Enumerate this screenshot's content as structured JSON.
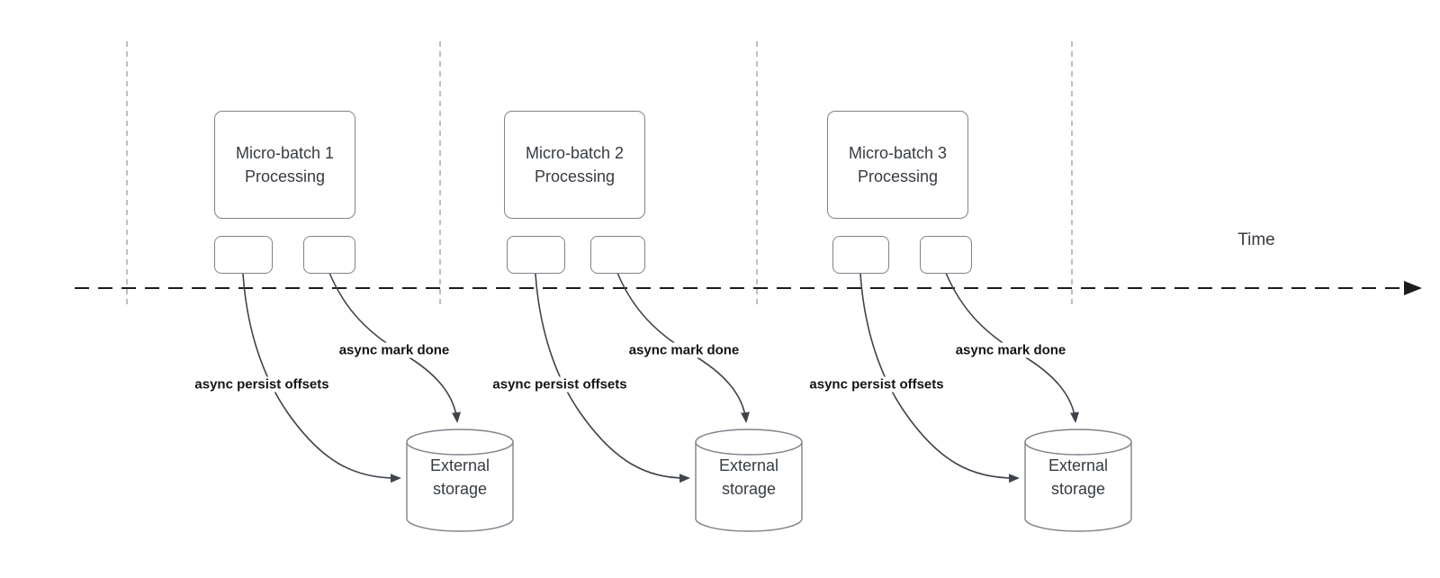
{
  "diagram": {
    "time_axis": {
      "label": "Time"
    },
    "groups": [
      {
        "box_line1": "Micro-batch 1",
        "box_line2": "Processing",
        "persist_label": "async persist offsets",
        "markdone_label": "async mark done",
        "storage_line1": "External",
        "storage_line2": "storage"
      },
      {
        "box_line1": "Micro-batch 2",
        "box_line2": "Processing",
        "persist_label": "async persist offsets",
        "markdone_label": "async mark done",
        "storage_line1": "External",
        "storage_line2": "storage"
      },
      {
        "box_line1": "Micro-batch 3",
        "box_line2": "Processing",
        "persist_label": "async persist offsets",
        "markdone_label": "async mark done",
        "storage_line1": "External",
        "storage_line2": "storage"
      }
    ],
    "colors": {
      "background": "#ffffff",
      "guide_line": "#a3a3a3",
      "axis_line": "#1c1c1c",
      "shape_border": "#7d838b",
      "arrow_line": "#3e434c",
      "box_text": "#363b43",
      "label_text": "#111418"
    }
  }
}
